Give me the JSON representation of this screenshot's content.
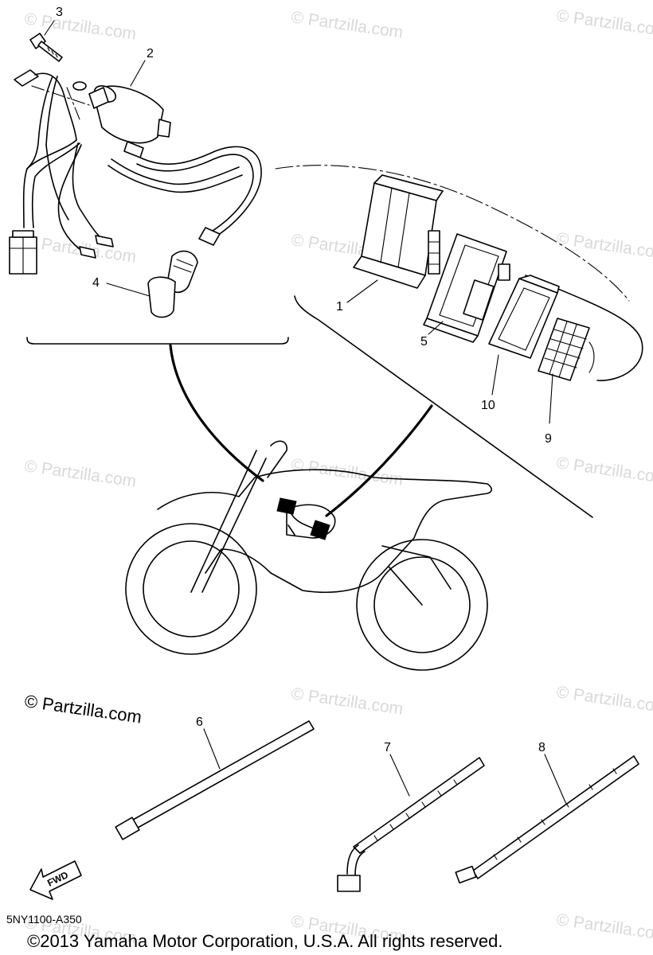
{
  "watermarks": [
    "© Partzilla.com",
    "© Partzilla.com",
    "© Partzilla.com",
    "© Partzilla.com",
    "© Partzilla.com",
    "© Partzilla.com",
    "© Partzilla.com",
    "© Partzilla.com",
    "© Partzilla.com",
    "© Partzilla.com",
    "© Partzilla.com",
    "© Partzilla.com",
    "© Partzilla.com",
    "© Partzilla.com"
  ],
  "credit_text": "© Partzilla.com",
  "callouts": {
    "p1": "1",
    "p2": "2",
    "p3": "3",
    "p4": "4",
    "p5": "5",
    "p6": "6",
    "p7": "7",
    "p8": "8",
    "p9": "9",
    "p10": "10"
  },
  "direction_label": "FWD",
  "diagram_code": "5NY1100-A350",
  "copyright": "©2013 Yamaha Motor Corporation, U.S.A. All rights reserved."
}
